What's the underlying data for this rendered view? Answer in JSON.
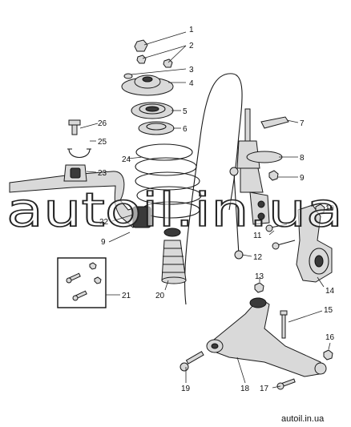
{
  "callouts": [
    {
      "id": "c1",
      "label": "1"
    },
    {
      "id": "c2",
      "label": "2"
    },
    {
      "id": "c3",
      "label": "3"
    },
    {
      "id": "c4",
      "label": "4"
    },
    {
      "id": "c5",
      "label": "5"
    },
    {
      "id": "c6",
      "label": "6"
    },
    {
      "id": "c7",
      "label": "7"
    },
    {
      "id": "c8",
      "label": "8"
    },
    {
      "id": "c9a",
      "label": "9"
    },
    {
      "id": "c9b",
      "label": "9"
    },
    {
      "id": "c10",
      "label": "10"
    },
    {
      "id": "c11",
      "label": "11"
    },
    {
      "id": "c12",
      "label": "12"
    },
    {
      "id": "c13",
      "label": "13"
    },
    {
      "id": "c14",
      "label": "14"
    },
    {
      "id": "c15",
      "label": "15"
    },
    {
      "id": "c16",
      "label": "16"
    },
    {
      "id": "c17",
      "label": "17"
    },
    {
      "id": "c18",
      "label": "18"
    },
    {
      "id": "c19",
      "label": "19"
    },
    {
      "id": "c20",
      "label": "20"
    },
    {
      "id": "c21",
      "label": "21"
    },
    {
      "id": "c22",
      "label": "22"
    },
    {
      "id": "c23",
      "label": "23"
    },
    {
      "id": "c24",
      "label": "24"
    },
    {
      "id": "c25",
      "label": "25"
    },
    {
      "id": "c26",
      "label": "26"
    }
  ],
  "watermark": "autoil.in.ua",
  "footer_url": "autoil.in.ua"
}
